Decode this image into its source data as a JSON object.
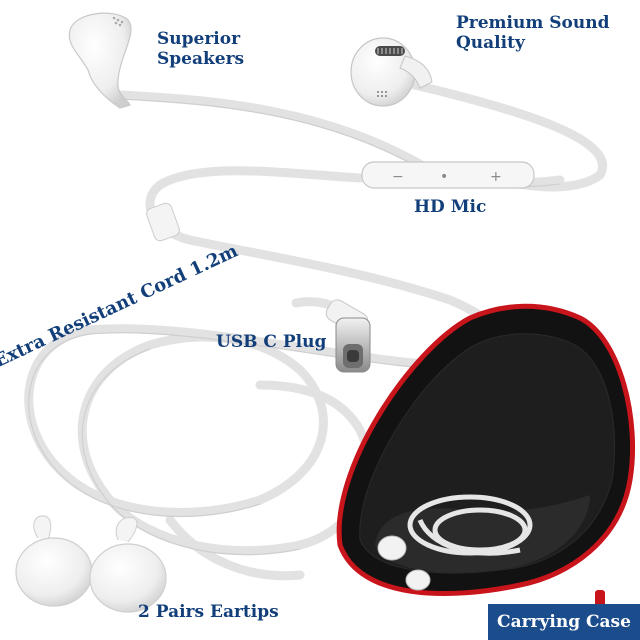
{
  "labels": {
    "superior_line1": "Superior",
    "superior_line2": "Speakers",
    "premium_line1": "Premium Sound",
    "premium_line2": "Quality",
    "hd_mic": "HD Mic",
    "cord": "Extra Resistant Cord 1.2m",
    "usb": "USB C Plug",
    "eartips": "2 Pairs Eartips",
    "case": "Carrying Case"
  },
  "remote_buttons": {
    "minus": "−",
    "play": "•",
    "plus": "+"
  },
  "colors": {
    "label_text": "#123f7a",
    "badge_bg": "#1b4c8c",
    "case_zipper": "#c8141b",
    "case_body": "#141414"
  }
}
